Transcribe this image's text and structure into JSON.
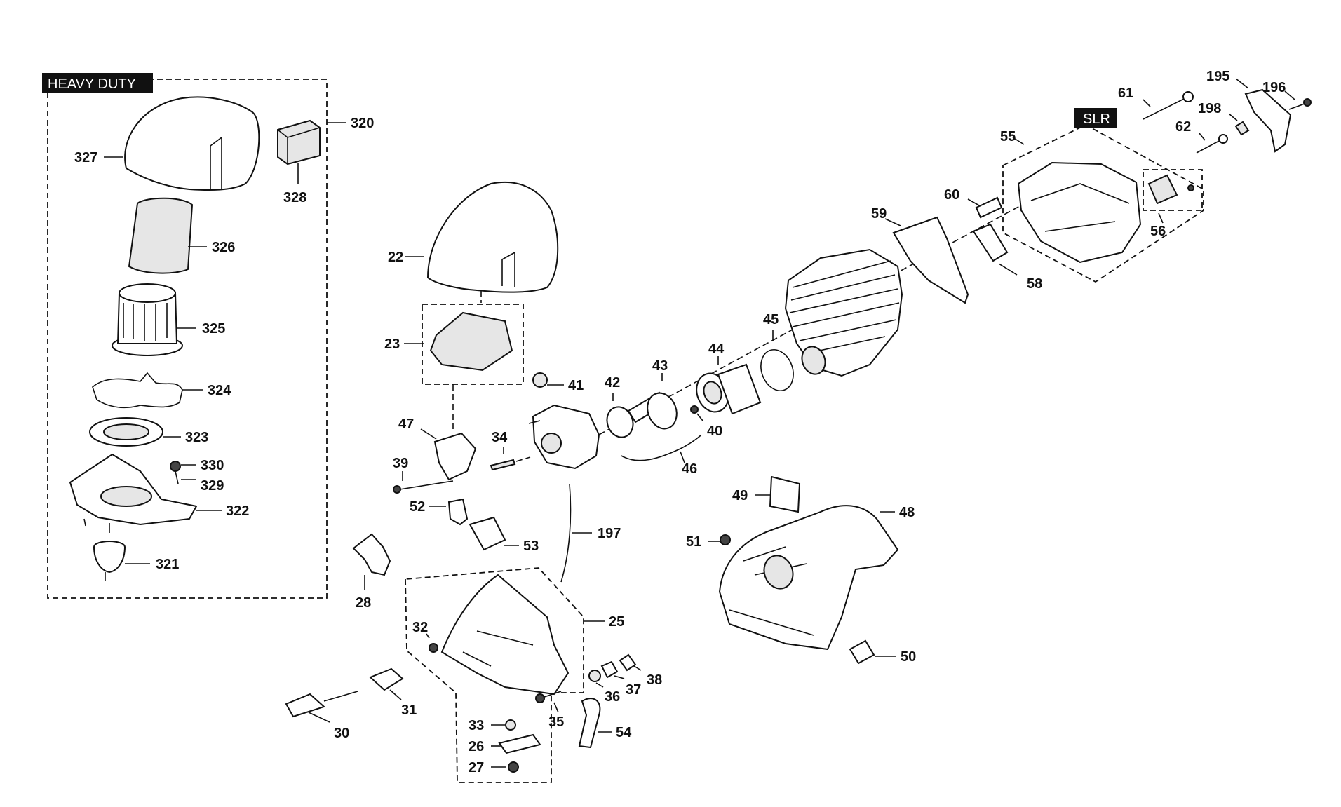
{
  "tags": {
    "heavy_duty": "HEAVY DUTY",
    "slr": "SLR"
  },
  "labels": {
    "p320": "320",
    "p327": "327",
    "p328": "328",
    "p326": "326",
    "p325": "325",
    "p324": "324",
    "p323": "323",
    "p330": "330",
    "p329": "329",
    "p322": "322",
    "p321": "321",
    "p22": "22",
    "p23": "23",
    "p41": "41",
    "p47": "47",
    "p34": "34",
    "p39": "39",
    "p52": "52",
    "p53": "53",
    "p197": "197",
    "p28": "28",
    "p25": "25",
    "p32": "32",
    "p31": "31",
    "p30": "30",
    "p33": "33",
    "p26": "26",
    "p27": "27",
    "p35": "35",
    "p54": "54",
    "p36": "36",
    "p37": "37",
    "p38": "38",
    "p42": "42",
    "p43": "43",
    "p44": "44",
    "p45": "45",
    "p40": "40",
    "p46": "46",
    "p59": "59",
    "p60": "60",
    "p58": "58",
    "p55": "55",
    "p56": "56",
    "p61": "61",
    "p62": "62",
    "p198": "198",
    "p195": "195",
    "p196": "196",
    "p49": "49",
    "p48": "48",
    "p51": "51",
    "p50": "50"
  }
}
